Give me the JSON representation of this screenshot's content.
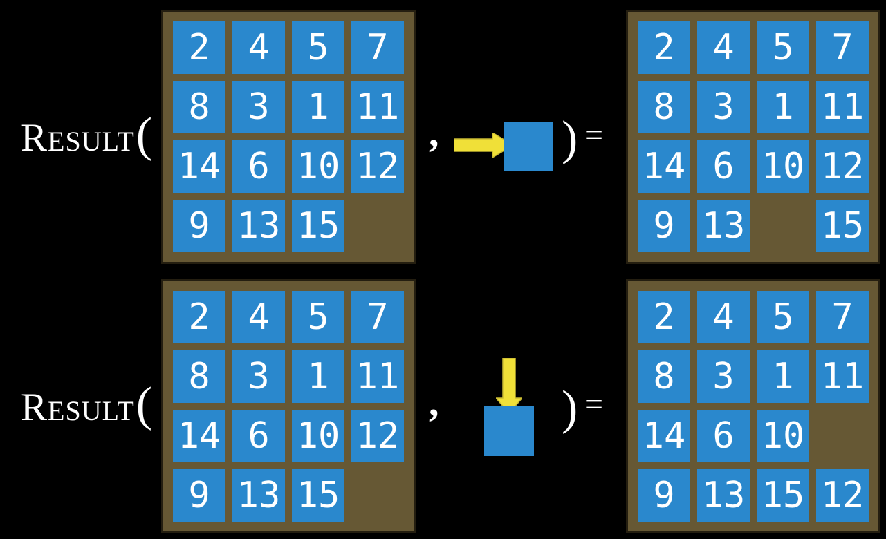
{
  "colors": {
    "background": "#000000",
    "board_background": "#665834",
    "board_border": "#241e10",
    "tile_blue": "#2a88cd",
    "tile_text": "#ffffff",
    "arrow_yellow": "#f0e038",
    "arrow_outline": "#c9ba32",
    "label_text": "#ffffff"
  },
  "rows": [
    {
      "function_name": "Result",
      "open_paren": "(",
      "comma": ",",
      "close_paren": ")",
      "equals": "=",
      "action": {
        "icon": "arrow-right-icon",
        "direction": "right"
      },
      "input_board": [
        [
          "2",
          "4",
          "5",
          "7"
        ],
        [
          "8",
          "3",
          "1",
          "11"
        ],
        [
          "14",
          "6",
          "10",
          "12"
        ],
        [
          "9",
          "13",
          "15",
          ""
        ]
      ],
      "result_board": [
        [
          "2",
          "4",
          "5",
          "7"
        ],
        [
          "8",
          "3",
          "1",
          "11"
        ],
        [
          "14",
          "6",
          "10",
          "12"
        ],
        [
          "9",
          "13",
          "",
          "15"
        ]
      ]
    },
    {
      "function_name": "Result",
      "open_paren": "(",
      "comma": ",",
      "close_paren": ")",
      "equals": "=",
      "action": {
        "icon": "arrow-down-icon",
        "direction": "down"
      },
      "input_board": [
        [
          "2",
          "4",
          "5",
          "7"
        ],
        [
          "8",
          "3",
          "1",
          "11"
        ],
        [
          "14",
          "6",
          "10",
          "12"
        ],
        [
          "9",
          "13",
          "15",
          ""
        ]
      ],
      "result_board": [
        [
          "2",
          "4",
          "5",
          "7"
        ],
        [
          "8",
          "3",
          "1",
          "11"
        ],
        [
          "14",
          "6",
          "10",
          ""
        ],
        [
          "9",
          "13",
          "15",
          "12"
        ]
      ]
    }
  ]
}
